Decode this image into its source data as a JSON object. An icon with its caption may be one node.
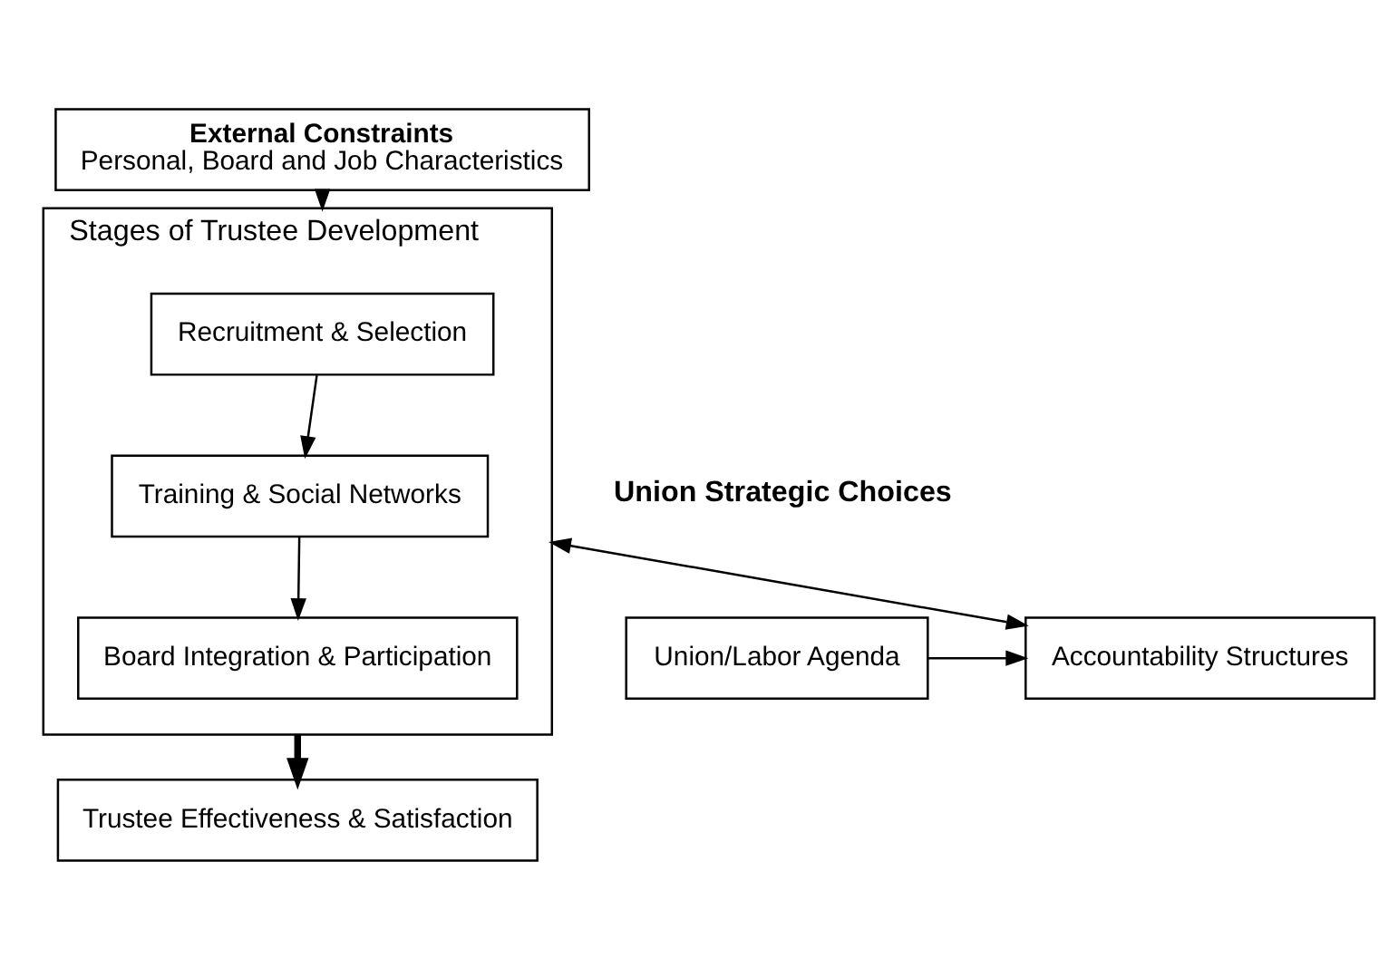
{
  "diagram": {
    "nodes": [
      {
        "text": [
          "External Constraints",
          "Personal, Board and Job Characteristics"
        ]
      },
      {
        "text": [],
        "shape": "box",
        "beside": [
          "Stages of Trustee Development"
        ]
      },
      {
        "text": [
          "Recruitment & Selection"
        ],
        "in": 1
      },
      {
        "text": [
          "Training & Social Networks"
        ],
        "in": 1
      },
      {
        "text": [
          "Board Integration & Participation"
        ],
        "in": 1
      },
      {
        "text": [
          "Accountability Structures"
        ]
      },
      {
        "text": [
          "Union/Labor Agenda"
        ]
      },
      {
        "text": [
          "Trustee Effectiveness & Satisfaction"
        ]
      }
    ],
    "edges": [
      {
        "from": 0,
        "to": 1,
        "arrow": "to"
      },
      {
        "from": 2,
        "to": 3,
        "arrow": "to"
      },
      {
        "from": 3,
        "to": 4,
        "arrow": "to"
      },
      {
        "from": 1,
        "to": 5,
        "arrow": "both"
      },
      {
        "from": 6,
        "to": 5,
        "arrow": "to"
      },
      {
        "from": 1,
        "to": 7,
        "arrow": "to",
        "style": "thick"
      }
    ],
    "labels": [
      "Union Strategic Choices"
    ]
  }
}
